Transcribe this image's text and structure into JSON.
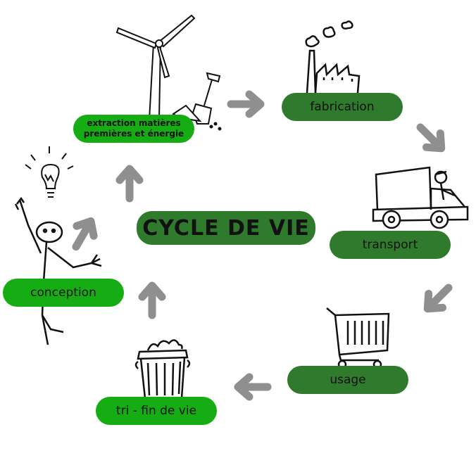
{
  "diagram": {
    "title": "CYCLE DE VIE",
    "stages": {
      "extraction": "extraction matières premières et énergie",
      "fabrication": "fabrication",
      "transport": "transport",
      "usage": "usage",
      "fin_de_vie": "tri - fin de vie",
      "conception": "conception"
    },
    "colors": {
      "dark_pill": "#2f7a2c",
      "bright_pill": "#16ad14",
      "arrow": "#8f8f8f"
    }
  }
}
